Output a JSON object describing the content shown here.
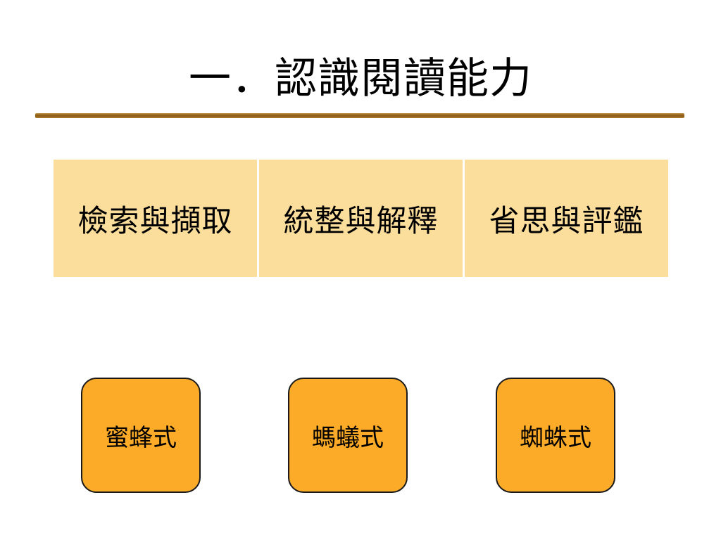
{
  "slide": {
    "title": "一．認識閱讀能力",
    "abilities": [
      "檢索與擷取",
      "統整與解釋",
      "省思與評鑑"
    ],
    "reading_styles": [
      "蜜蜂式",
      "螞蟻式",
      "蜘蛛式"
    ]
  },
  "colors": {
    "divider": "#8a5a17",
    "ability_cell": "#fcde9c",
    "style_box": "#fcab29",
    "box_border": "#1a1a1a"
  }
}
